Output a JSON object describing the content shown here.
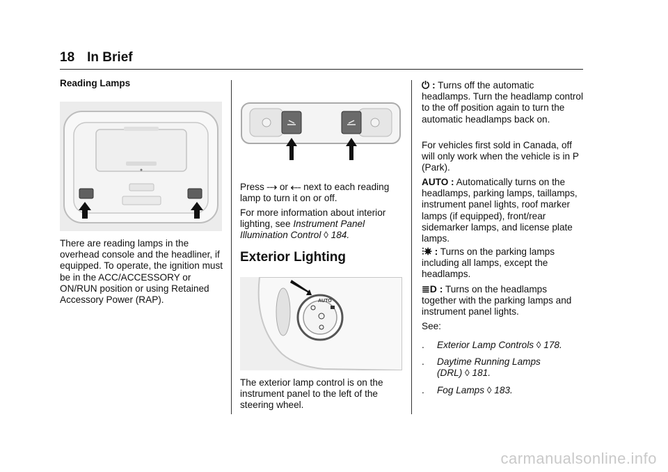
{
  "header": {
    "page_number": "18",
    "section": "In Brief"
  },
  "col1": {
    "heading": "Reading Lamps",
    "body": "There are reading lamps in the overhead console and the headliner, if equipped. To operate, the ignition must be in the ACC/ACCESSORY or ON/RUN position or using Retained Accessory Power (RAP)."
  },
  "col2": {
    "press_prefix": "Press",
    "press_or": "or",
    "press_suffix": "next to each reading lamp to turn it on or off.",
    "more_info_prefix": "For more information about interior lighting, see",
    "more_info_link": "Instrument Panel Illumination Control",
    "more_info_page": "184",
    "section_title": "Exterior Lighting",
    "control_text": "The exterior lamp control is on the instrument panel to the left of the steering wheel.",
    "knob_auto_label": "AUTO"
  },
  "col3": {
    "off_text": "Turns off the automatic headlamps. Turn the headlamp control to the off position again to turn the automatic headlamps back on.",
    "canada_text": "For vehicles first sold in Canada, off will only work when the vehicle is in P (Park).",
    "auto_label": "AUTO :",
    "auto_text": "Automatically turns on the headlamps, parking lamps, taillamps, instrument panel lights, roof marker lamps (if equipped), front/rear sidemarker lamps, and license plate lamps.",
    "parking_text": "Turns on the parking lamps including all lamps, except the headlamps.",
    "headlamp_text": "Turns on the headlamps together with the parking lamps and instrument panel lights.",
    "see_label": "See:",
    "refs": [
      {
        "title": "Exterior Lamp Controls",
        "page": "178."
      },
      {
        "title": "Daytime Running Lamps (DRL)",
        "page": "181."
      },
      {
        "title": "Fog Lamps",
        "page": "183."
      }
    ]
  },
  "watermark": "carmanualsonline.info",
  "colors": {
    "text": "#111111",
    "rule": "#222222",
    "watermark": "#c9c9c9"
  }
}
